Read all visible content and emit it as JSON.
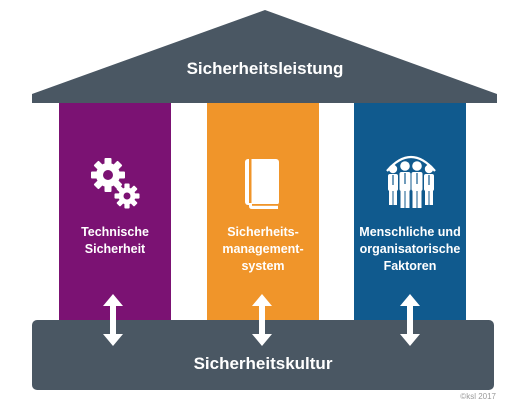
{
  "roof": {
    "title": "Sicherheitsleistung"
  },
  "pillars": [
    {
      "label": "Technische\nSicherheit",
      "icon": "gears-icon",
      "color": "#7b1273"
    },
    {
      "label": "Sicherheits-\nmanagement-\nsystem",
      "icon": "book-icon",
      "color": "#f0952a"
    },
    {
      "label": "Menschliche und\norganisatorische\nFaktoren",
      "icon": "people-group-icon",
      "color": "#105a8e"
    }
  ],
  "base": {
    "title": "Sicherheitskultur"
  },
  "copyright": "©ksl 2017",
  "colors": {
    "roof": "#4a5763",
    "base": "#4a5763",
    "arrow": "#ffffff"
  }
}
